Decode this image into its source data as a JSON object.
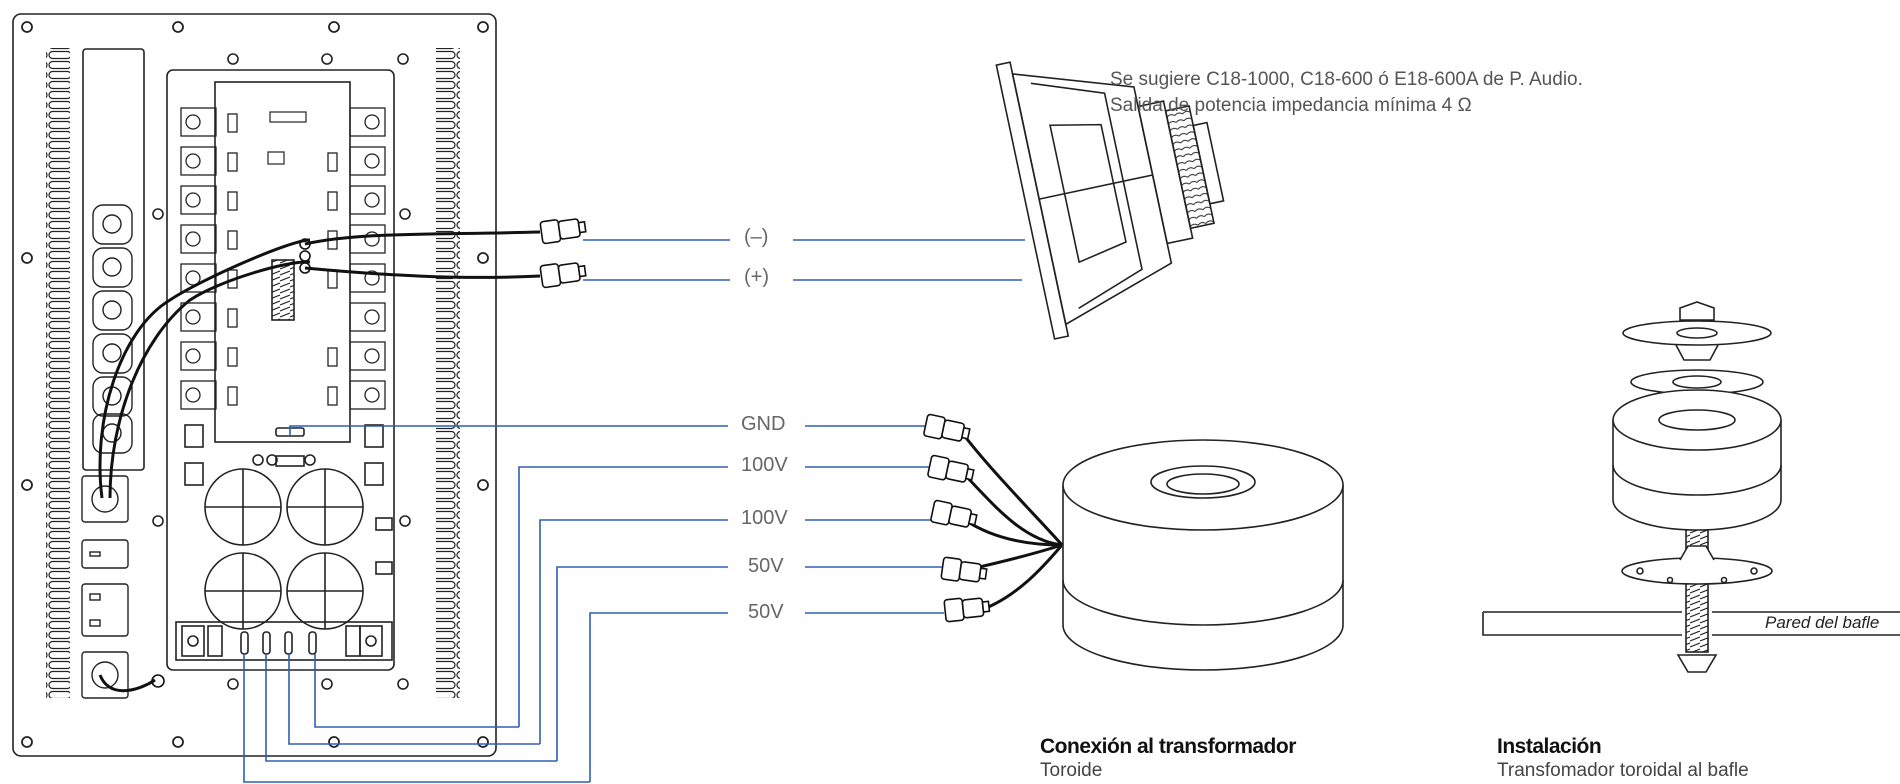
{
  "speaker_note": {
    "line1": "Se sugiere  C18-1000, C18-600 ó E18-600A  de P. Audio.",
    "line2": "Salida de potencia impedancia mínima 4 Ω"
  },
  "speaker_wires": [
    {
      "label": "(–)"
    },
    {
      "label": "(+)"
    }
  ],
  "transformer_wires": [
    {
      "label": "GND"
    },
    {
      "label": "100V"
    },
    {
      "label": "100V"
    },
    {
      "label": "50V"
    },
    {
      "label": "50V"
    }
  ],
  "captions": {
    "transformer": {
      "title": "Conexión al transformador",
      "subtitle": "Toroide"
    },
    "installation": {
      "title": "Instalación",
      "subtitle": "Transfomador toroidal al bafle"
    }
  },
  "wall_label": "Pared del bafle",
  "colors": {
    "line": "#222222",
    "wire_blue": "#2f5fb3",
    "label_gray": "#666666"
  }
}
